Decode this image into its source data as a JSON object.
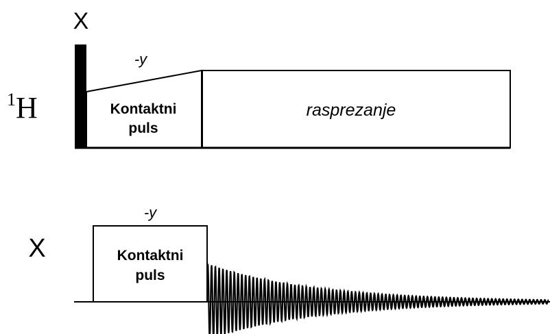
{
  "h_channel": {
    "pulse_label": "X",
    "nucleus_superscript": "1",
    "nucleus_symbol": "H",
    "contact_pulse_phase": "-y",
    "contact_pulse_label_line1": "Kontaktni",
    "contact_pulse_label_line2": "puls",
    "decoupling_label": "rasprezanje"
  },
  "x_channel": {
    "nucleus_label": "X",
    "contact_pulse_phase": "-y",
    "contact_pulse_label_line1": "Kontaktni",
    "contact_pulse_label_line2": "puls",
    "fid_cycles": 90,
    "fid_decay": 3.2
  },
  "colors": {
    "ink": "#000000",
    "background": "#ffffff"
  }
}
